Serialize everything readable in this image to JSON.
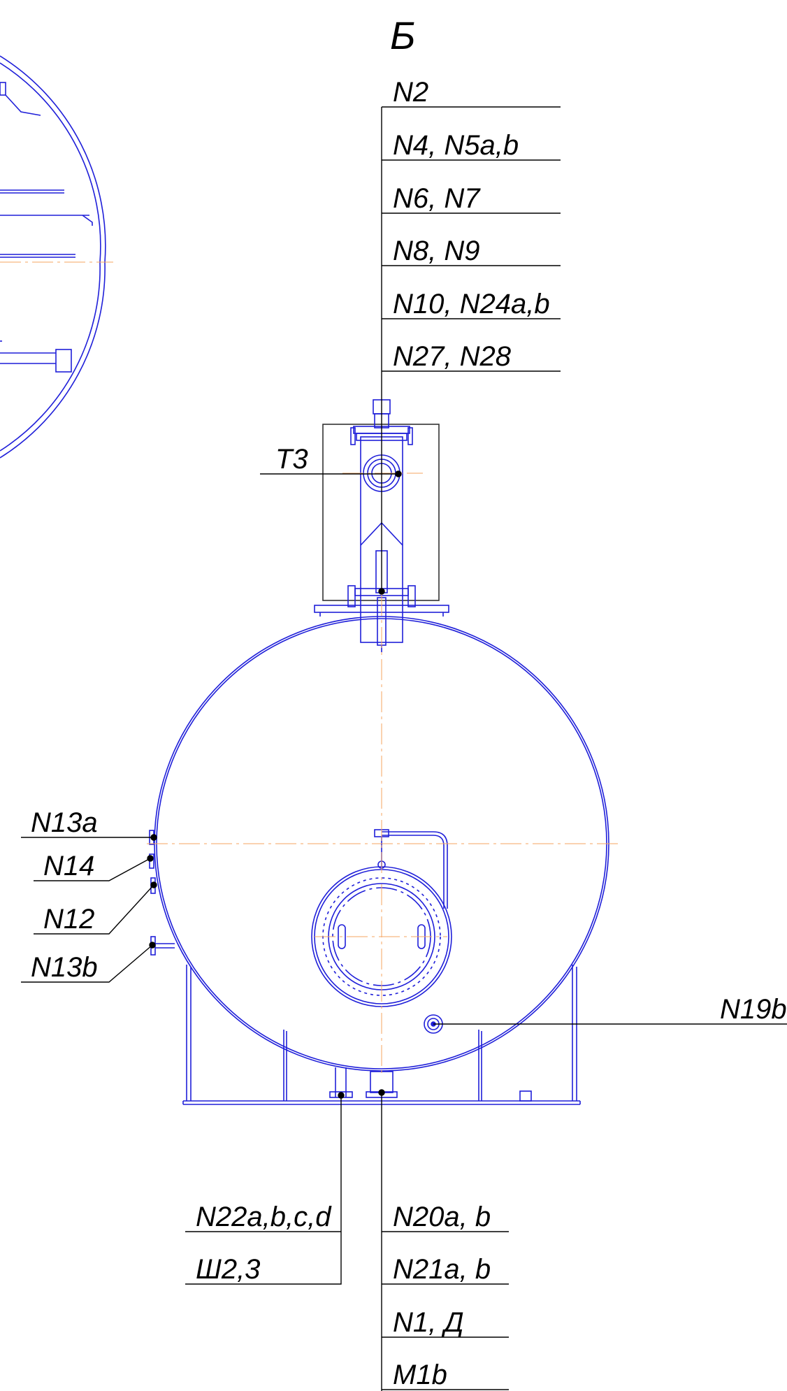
{
  "view_title": "Б",
  "colors": {
    "vessel": "#1f1fd9",
    "leader": "#000000",
    "centerline": "#f4a460"
  },
  "top_labels": [
    "N2",
    "N4,  N5a,b",
    "N6,  N7",
    "N8,  N9",
    "N10,  N24a,b",
    "N27,  N28"
  ],
  "instrument_label": "T3",
  "left_labels": [
    "N13a",
    "N14",
    "N12",
    "N13b"
  ],
  "right_label": "N19b",
  "bottom_left_labels": [
    "N22a,b,c,d",
    "Ш2,3"
  ],
  "bottom_right_labels": [
    "N20a,  b",
    "N21a,  b",
    "N1,  Д",
    "M1b"
  ]
}
